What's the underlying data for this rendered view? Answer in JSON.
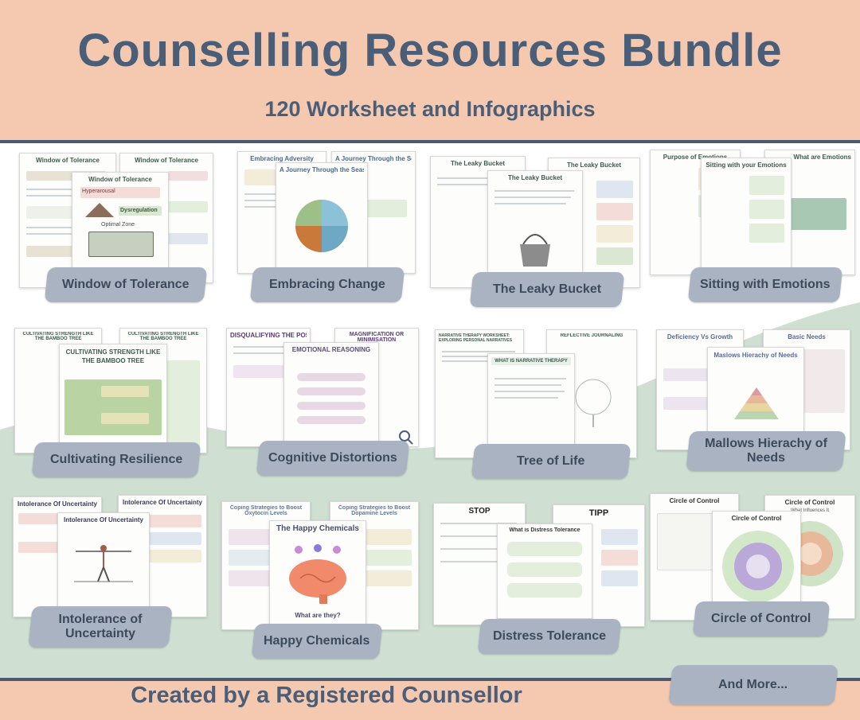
{
  "header": {
    "title": "Counselling Resources Bundle",
    "subtitle": "120 Worksheet and Infographics"
  },
  "footer": {
    "text": "Created by a Registered Counsellor"
  },
  "more_label": "And More...",
  "colors": {
    "header_bg": "#f5c8b0",
    "title_text": "#4a5e78",
    "label_bg": "#a9b3c2",
    "green_band": "#cfe0d2"
  },
  "tiles": [
    {
      "label": "Window of Tolerance",
      "sheets": [
        "Window of Tolerance",
        "Window of Tolerance",
        "Window of Tolerance"
      ],
      "subheads": [
        "Hyperarousal",
        "Dysregulation",
        "Optimal Zone"
      ]
    },
    {
      "label": "Embracing Change",
      "sheets": [
        "Embracing Adversity",
        "A Journey Through the Seasons",
        "A Journey Through the Seasons"
      ]
    },
    {
      "label": "The Leaky Bucket",
      "sheets": [
        "The Leaky Bucket",
        "The Leaky Bucket",
        "The Leaky Bucket"
      ]
    },
    {
      "label": "Sitting with Emotions",
      "sheets": [
        "Purpose of Emotions",
        "What are Emotions",
        "Sitting with your Emotions"
      ]
    },
    {
      "label": "Cultivating Resilience",
      "sheets": [
        "CULTIVATING STRENGTH LIKE THE BAMBOO TREE",
        "CULTIVATING STRENGTH LIKE THE BAMBOO TREE",
        "CULTIVATING STRENGTH LIKE THE BAMBOO TREE"
      ]
    },
    {
      "label": "Cognitive Distortions",
      "sheets": [
        "DISQUALIFYING THE POSITIVE",
        "MAGNIFICATION OR MINIMISATION",
        "EMOTIONAL REASONING"
      ]
    },
    {
      "label": "Tree of Life",
      "sheets": [
        "NARRATIVE THERAPY WORKSHEET: EXPLORING PERSONAL NARRATIVES",
        "REFLECTIVE JOURNALING",
        "WHAT IS NARRATIVE THERAPY"
      ]
    },
    {
      "label": "Mallows Hierachy of Needs",
      "sheets": [
        "Deficiency Vs Growth",
        "Basic Needs",
        "Maslows Hierachy of Needs"
      ]
    },
    {
      "label": "Intolerance of Uncertainty",
      "sheets": [
        "Intolerance Of Uncertainty",
        "Intolerance Of Uncertainty",
        "Intolerance Of Uncertainty"
      ]
    },
    {
      "label": "Happy Chemicals",
      "sheets": [
        "Coping Strategies to Boost Oxytocin Levels",
        "Coping Strategies to Boost Dopamine Levels",
        "The Happy Chemicals"
      ],
      "caption": "What are they?"
    },
    {
      "label": "Distress Tolerance",
      "sheets": [
        "STOP",
        "TIPP",
        "What is Distress Tolerance"
      ]
    },
    {
      "label": "Circle of Control",
      "sheets": [
        "Circle of Control",
        "Circle of Control",
        "Circle of Control"
      ],
      "extra": "What Influences It"
    }
  ]
}
